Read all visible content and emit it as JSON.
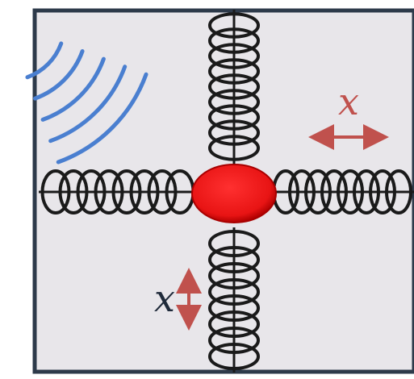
{
  "diagram": {
    "labels": {
      "horizontal_displacement": "x",
      "vertical_displacement": "x"
    },
    "colors": {
      "mass": "#ee1c1c",
      "arrows": "#c0514d",
      "waves": "#4a7fd0",
      "frame": "#2d3a4a",
      "background": "#e8e6ea",
      "coil": "#1a1a1a"
    },
    "parts": {
      "mass_icon": "red-ball",
      "springs": [
        "top",
        "bottom",
        "left",
        "right"
      ],
      "wave_arc_count": 5
    }
  }
}
